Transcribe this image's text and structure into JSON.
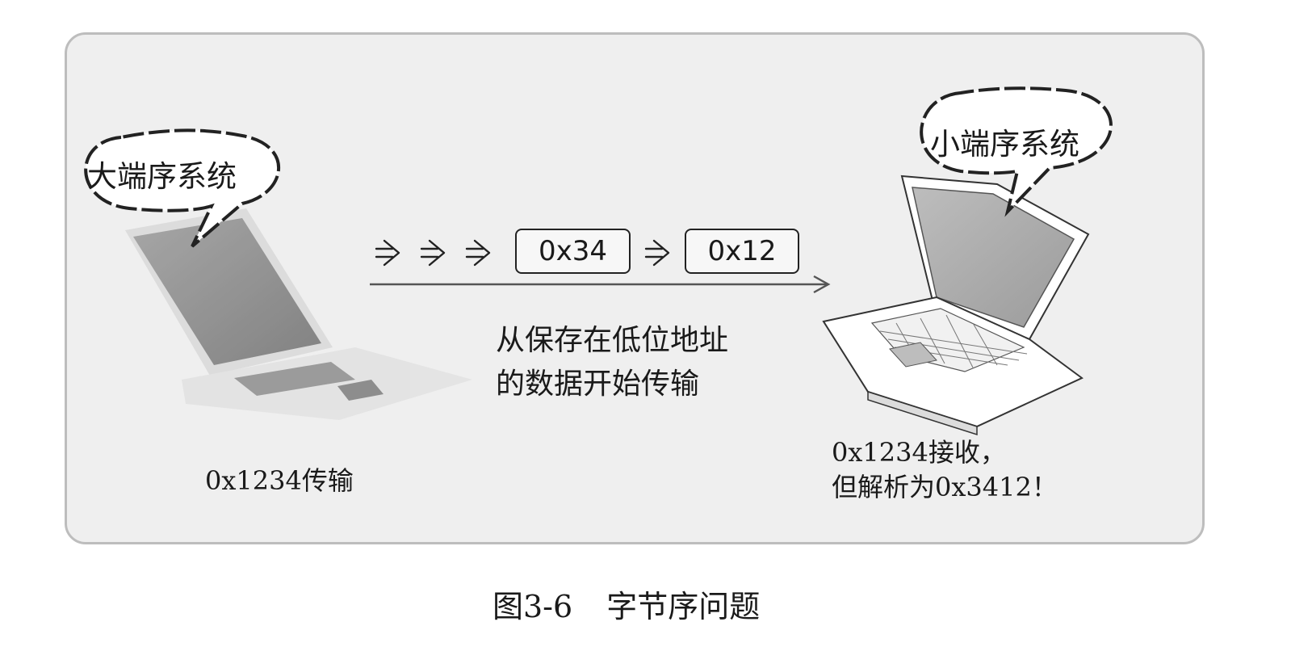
{
  "sender": {
    "bubble_text": "大端序系统",
    "caption": "0x1234传输"
  },
  "receiver": {
    "bubble_text": "小端序系统",
    "caption_line1": "0x1234接收，",
    "caption_line2": "但解析为0x3412！"
  },
  "transfer": {
    "byte_first": "0x34",
    "byte_second": "0x12",
    "note_line1": "从保存在低位地址",
    "note_line2": "的数据开始传输"
  },
  "figure": {
    "number": "图3-6",
    "title": "字节序问题"
  }
}
